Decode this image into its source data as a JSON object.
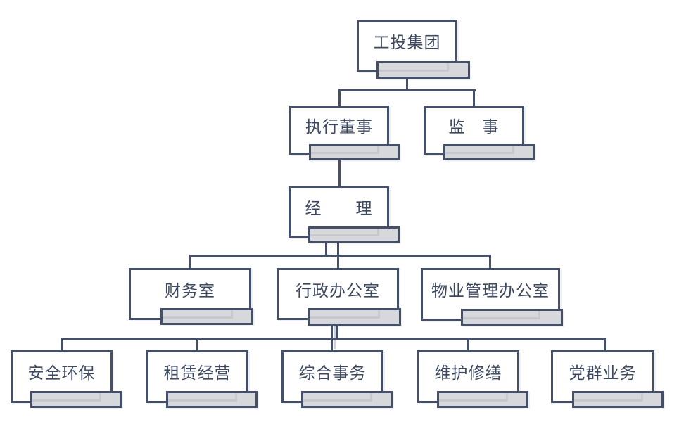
{
  "org": {
    "nodes": [
      {
        "id": "group",
        "label": "工投集团",
        "parent": null
      },
      {
        "id": "executive-director",
        "label": "执行董事",
        "parent": "group"
      },
      {
        "id": "supervisor",
        "label": "监　事",
        "parent": "group"
      },
      {
        "id": "manager",
        "label": "经　　理",
        "parent": "executive-director"
      },
      {
        "id": "finance-office",
        "label": "财务室",
        "parent": "manager"
      },
      {
        "id": "admin-office",
        "label": "行政办公室",
        "parent": "manager"
      },
      {
        "id": "property-office",
        "label": "物业管理办公室",
        "parent": "manager"
      },
      {
        "id": "safety-env",
        "label": "安全环保",
        "parent": "admin-office"
      },
      {
        "id": "leasing",
        "label": "租赁经营",
        "parent": "admin-office"
      },
      {
        "id": "general-affairs",
        "label": "综合事务",
        "parent": "admin-office"
      },
      {
        "id": "maintenance",
        "label": "维护修缮",
        "parent": "admin-office"
      },
      {
        "id": "party-affairs",
        "label": "党群业务",
        "parent": "admin-office"
      }
    ]
  },
  "colors": {
    "line": "#44506A",
    "text": "#3D4960",
    "box_fill": "#FFFFFF",
    "bar_fill": "#D7D8DB",
    "bar_inner_line": "#C6C8CE",
    "background": "#FFFFFF"
  }
}
